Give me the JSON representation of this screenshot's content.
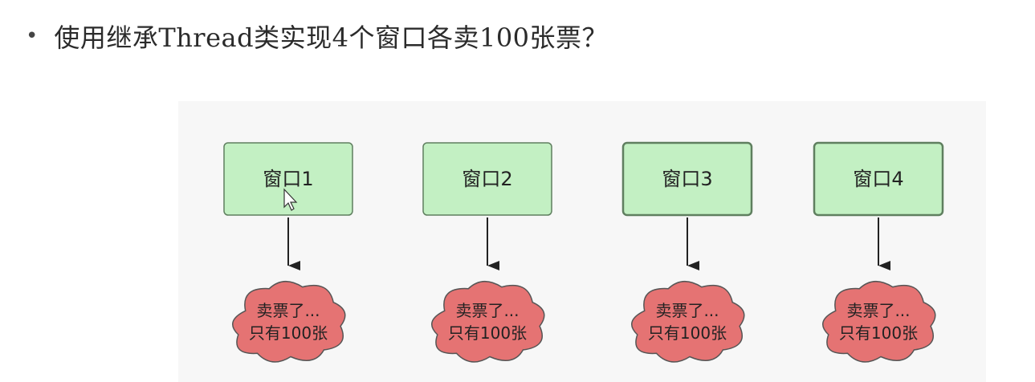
{
  "heading": {
    "bullet": "•",
    "text": "使用继承Thread类实现4个窗口各卖100张票？"
  },
  "diagram": {
    "colors": {
      "panel_bg": "#f7f7f7",
      "box_fill": "#c3f0c3",
      "box_stroke": "#5f7f5f",
      "cloud_fill": "#e57373",
      "cloud_stroke": "#555555",
      "arrow": "#222222"
    },
    "windows": [
      {
        "label": "窗口1",
        "cloud_line1": "卖票了...",
        "cloud_line2": "只有100张"
      },
      {
        "label": "窗口2",
        "cloud_line1": "卖票了...",
        "cloud_line2": "只有100张"
      },
      {
        "label": "窗口3",
        "cloud_line1": "卖票了...",
        "cloud_line2": "只有100张"
      },
      {
        "label": "窗口4",
        "cloud_line1": "卖票了...",
        "cloud_line2": "只有100张"
      }
    ]
  }
}
